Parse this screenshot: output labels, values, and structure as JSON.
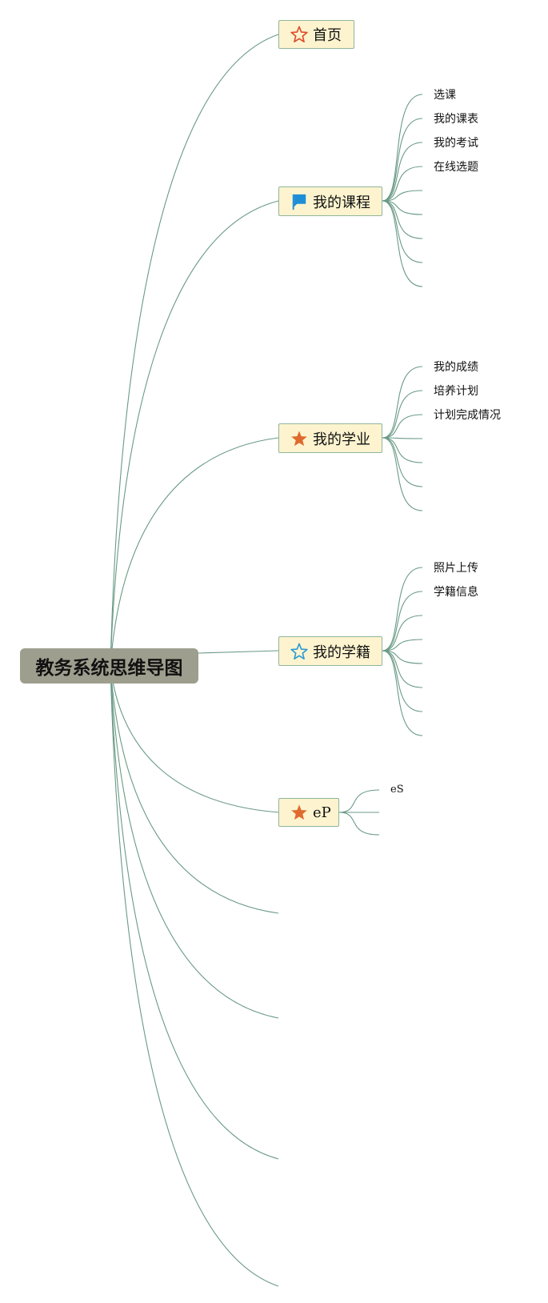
{
  "root": {
    "label": "教务系统思维导图"
  },
  "branches": [
    {
      "id": "home",
      "label": "首页",
      "icon": "star-outline-red-icon",
      "children": []
    },
    {
      "id": "courses",
      "label": "我的课程",
      "icon": "blue-flag-icon",
      "children": [
        "选课",
        "我的课表",
        "我的考试",
        "在线选题",
        "",
        "",
        "",
        "",
        ""
      ]
    },
    {
      "id": "study",
      "label": "我的学业",
      "icon": "star-orange-icon",
      "children": [
        "我的成绩",
        "培养计划",
        "计划完成情况",
        "",
        "",
        "",
        ""
      ]
    },
    {
      "id": "status",
      "label": "我的学籍",
      "icon": "star-outline-blue-icon",
      "children": [
        "照片上传",
        "学籍信息",
        "",
        "",
        "",
        "",
        "",
        ""
      ]
    },
    {
      "id": "ep",
      "label": "eP",
      "icon": "star-orange-icon",
      "children": [
        "eS",
        "",
        ""
      ]
    }
  ],
  "colors": {
    "line": "#6a9a86",
    "node_fill": "#fdf4cf",
    "node_border": "#8fb59c",
    "root_fill": "#9e9e8e",
    "star_red": "#e04a2b",
    "star_orange": "#e06a2e",
    "flag_blue": "#1e8fd6",
    "star_blue": "#2b9bd6"
  }
}
